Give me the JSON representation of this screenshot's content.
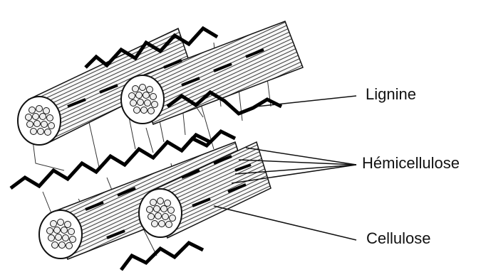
{
  "labels": {
    "lignine": "Lignine",
    "hemicellulose": "Hémicellulose",
    "cellulose": "Cellulose"
  },
  "colors": {
    "background": "#ffffff",
    "ink": "#111111",
    "fiber": "#f7f7f7"
  }
}
